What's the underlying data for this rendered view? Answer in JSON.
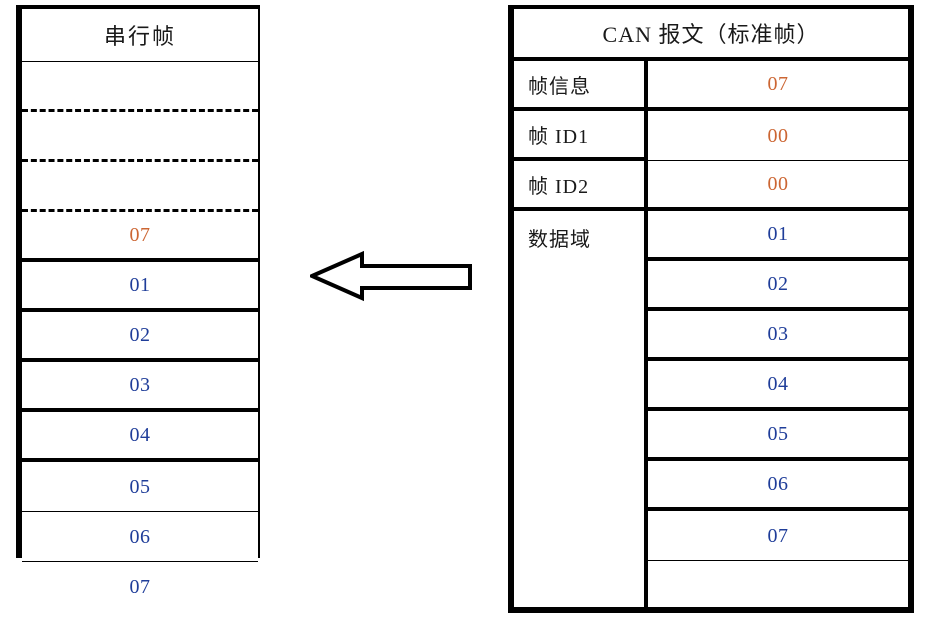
{
  "colors": {
    "orange": "#CC6633",
    "blue": "#1F3D99",
    "black": "#1a1a1a",
    "border": "#000000",
    "background": "#ffffff"
  },
  "serial_frame": {
    "title": "串行帧",
    "placeholder_rows": [
      "",
      "",
      ""
    ],
    "rows": [
      {
        "value": "07",
        "color": "orange"
      },
      {
        "value": "01",
        "color": "blue"
      },
      {
        "value": "02",
        "color": "blue"
      },
      {
        "value": "03",
        "color": "blue"
      },
      {
        "value": "04",
        "color": "blue"
      },
      {
        "value": "05",
        "color": "blue"
      },
      {
        "value": "06",
        "color": "blue"
      },
      {
        "value": "07",
        "color": "blue"
      }
    ]
  },
  "can_message": {
    "title": "CAN 报文（标准帧）",
    "labels": [
      {
        "text": "帧信息"
      },
      {
        "text": "帧 ID1"
      },
      {
        "text": "帧 ID2"
      },
      {
        "text": "数据域"
      }
    ],
    "values": [
      {
        "value": "07",
        "color": "orange"
      },
      {
        "value": "00",
        "color": "orange"
      },
      {
        "value": "00",
        "color": "orange"
      },
      {
        "value": "01",
        "color": "blue"
      },
      {
        "value": "02",
        "color": "blue"
      },
      {
        "value": "03",
        "color": "blue"
      },
      {
        "value": "04",
        "color": "blue"
      },
      {
        "value": "05",
        "color": "blue"
      },
      {
        "value": "06",
        "color": "blue"
      },
      {
        "value": "07",
        "color": "blue"
      },
      {
        "value": "",
        "color": "black"
      }
    ]
  },
  "arrow": {
    "icon": "left-block-arrow",
    "direction": "left",
    "label": ""
  }
}
